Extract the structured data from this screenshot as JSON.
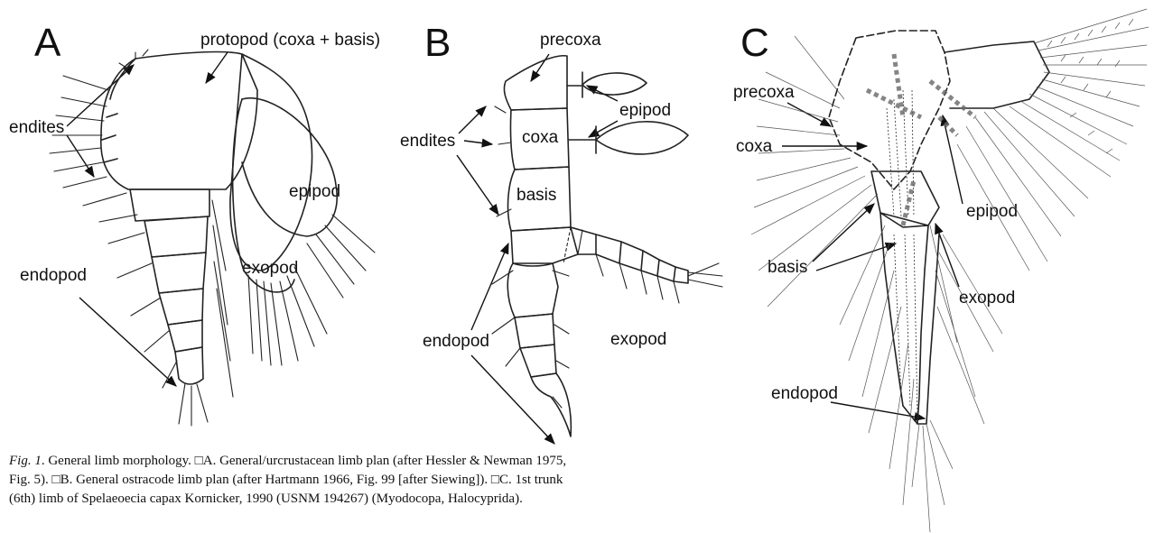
{
  "panels": {
    "A": {
      "letter": "A",
      "labels": {
        "protopod": "protopod (coxa + basis)",
        "endites": "endites",
        "epipod": "epipod",
        "exopod": "exopod",
        "endopod": "endopod"
      }
    },
    "B": {
      "letter": "B",
      "labels": {
        "precoxa": "precoxa",
        "epipod": "epipod",
        "endites": "endites",
        "coxa": "coxa",
        "basis": "basis",
        "endopod": "endopod",
        "exopod": "exopod"
      }
    },
    "C": {
      "letter": "C",
      "labels": {
        "precoxa": "precoxa",
        "coxa": "coxa",
        "epipod": "epipod",
        "basis": "basis",
        "exopod": "exopod",
        "endopod": "endopod"
      }
    }
  },
  "caption": {
    "fig_ref": "Fig. 1",
    "line1": ". General limb morphology. □A. General/urcrustacean limb plan (after Hessler & Newman 1975,",
    "line2": "Fig. 5). □B. General ostracode limb plan (after Hartmann 1966, Fig. 99 [after Siewing]). □C. 1st trunk",
    "line3": "(6th) limb of Spelaeoecia capax Kornicker, 1990 (USNM 194267) (Myodocopa, Halocyprida)."
  }
}
